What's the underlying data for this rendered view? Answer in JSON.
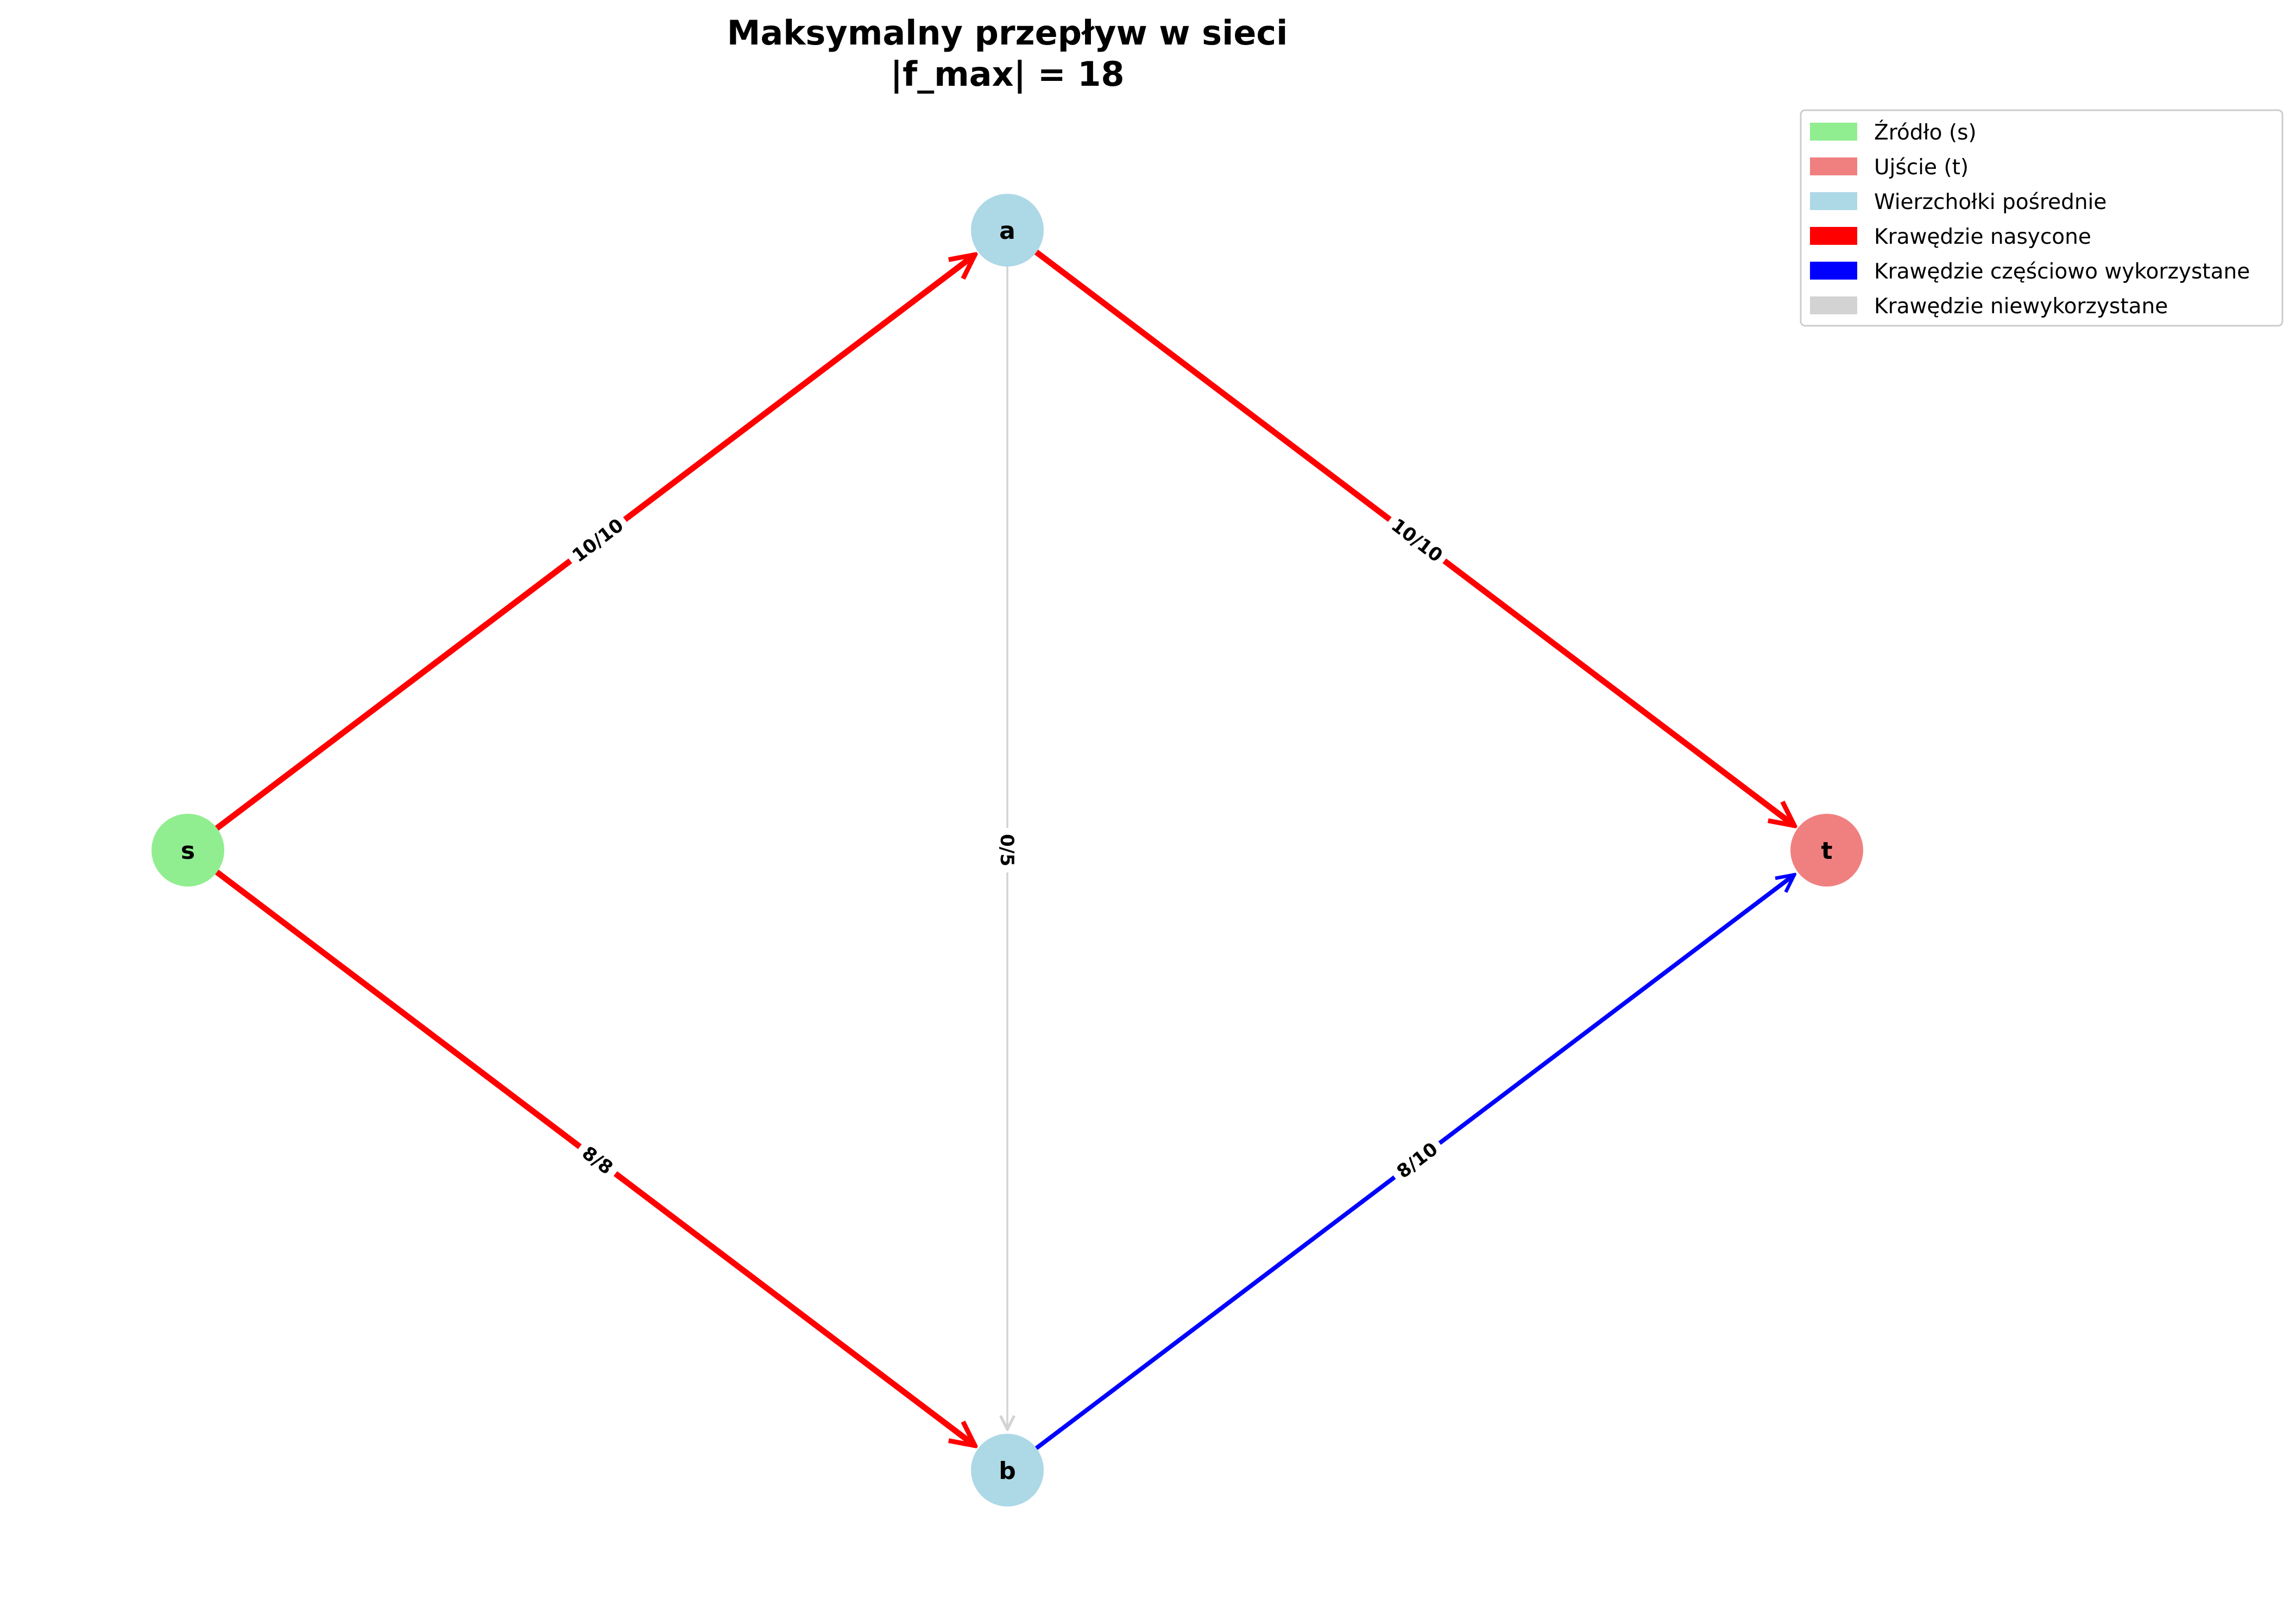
{
  "title": {
    "line1": "Maksymalny przepływ w sieci",
    "line2": "|f_max| = 18"
  },
  "colors": {
    "source": "#90ee90",
    "sink": "#f08080",
    "intermediate": "#add8e6",
    "saturated": "#ff0000",
    "partial": "#0000ff",
    "unused": "#d3d3d3"
  },
  "nodes": [
    {
      "id": "s",
      "label": "s",
      "role": "source"
    },
    {
      "id": "a",
      "label": "a",
      "role": "intermediate"
    },
    {
      "id": "b",
      "label": "b",
      "role": "intermediate"
    },
    {
      "id": "t",
      "label": "t",
      "role": "sink"
    }
  ],
  "edges": [
    {
      "from": "s",
      "to": "a",
      "flow": 10,
      "capacity": 10,
      "label": "10/10",
      "status": "saturated"
    },
    {
      "from": "s",
      "to": "b",
      "flow": 8,
      "capacity": 8,
      "label": "8/8",
      "status": "saturated"
    },
    {
      "from": "a",
      "to": "b",
      "flow": 0,
      "capacity": 5,
      "label": "0/5",
      "status": "unused"
    },
    {
      "from": "a",
      "to": "t",
      "flow": 10,
      "capacity": 10,
      "label": "10/10",
      "status": "saturated"
    },
    {
      "from": "b",
      "to": "t",
      "flow": 8,
      "capacity": 10,
      "label": "8/10",
      "status": "partial"
    }
  ],
  "legend": [
    {
      "label": "Źródło (s)",
      "color_key": "source"
    },
    {
      "label": "Ujście (t)",
      "color_key": "sink"
    },
    {
      "label": "Wierzchołki pośrednie",
      "color_key": "intermediate"
    },
    {
      "label": "Krawędzie nasycone",
      "color_key": "saturated"
    },
    {
      "label": "Krawędzie częściowo wykorzystane",
      "color_key": "partial"
    },
    {
      "label": "Krawędzie niewykorzystane",
      "color_key": "unused"
    }
  ]
}
